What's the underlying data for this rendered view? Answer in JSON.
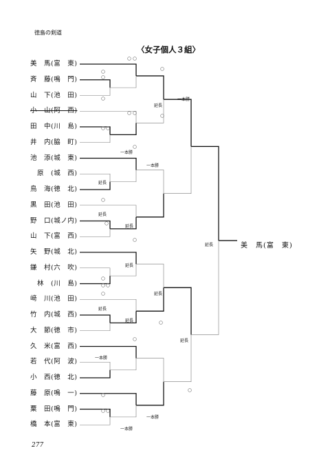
{
  "header": {
    "book_title": "徳島の剣道"
  },
  "title": "〈女子個人３組〉",
  "players": [
    {
      "name": "美　馬(富　東)",
      "struck": false
    },
    {
      "name": "斉　藤(鳴　門)",
      "struck": false
    },
    {
      "name": "山　下(池　田)",
      "struck": false
    },
    {
      "name": "小　山(阿　西)",
      "struck": true
    },
    {
      "name": "田　中(川　島)",
      "struck": false
    },
    {
      "name": "井　内(脇　町)",
      "struck": false
    },
    {
      "name": "池　添(城　東)",
      "struck": false
    },
    {
      "name": "　原　(城　西)",
      "struck": false
    },
    {
      "name": "鳥　海(徳　北)",
      "struck": false
    },
    {
      "name": "黒　田(池　田)",
      "struck": false
    },
    {
      "name": "野　口(城ノ内)",
      "struck": false
    },
    {
      "name": "山　下(富　西)",
      "struck": false
    },
    {
      "name": "矢　野(城　北)",
      "struck": false
    },
    {
      "name": "鎌　村(六　吹)",
      "struck": false
    },
    {
      "name": "　林　(川　島)",
      "struck": false
    },
    {
      "name": "﨑　川(池　田)",
      "struck": false
    },
    {
      "name": "竹　内(城　西)",
      "struck": false
    },
    {
      "name": "大　節(徳　市)",
      "struck": false
    },
    {
      "name": "久　米(富　西)",
      "struck": false
    },
    {
      "name": "若　代(阿　波)",
      "struck": false
    },
    {
      "name": "小　西(徳　北)",
      "struck": false
    },
    {
      "name": "藤　原(鳴　一)",
      "struck": false
    },
    {
      "name": "粟　田(鳴　門)",
      "struck": false
    },
    {
      "name": "橋　本(富　東)",
      "struck": false
    }
  ],
  "match_labels": {
    "enchou": "延長",
    "ippon": "一本勝"
  },
  "champion": "美　馬(富　東)",
  "page_number": "277"
}
